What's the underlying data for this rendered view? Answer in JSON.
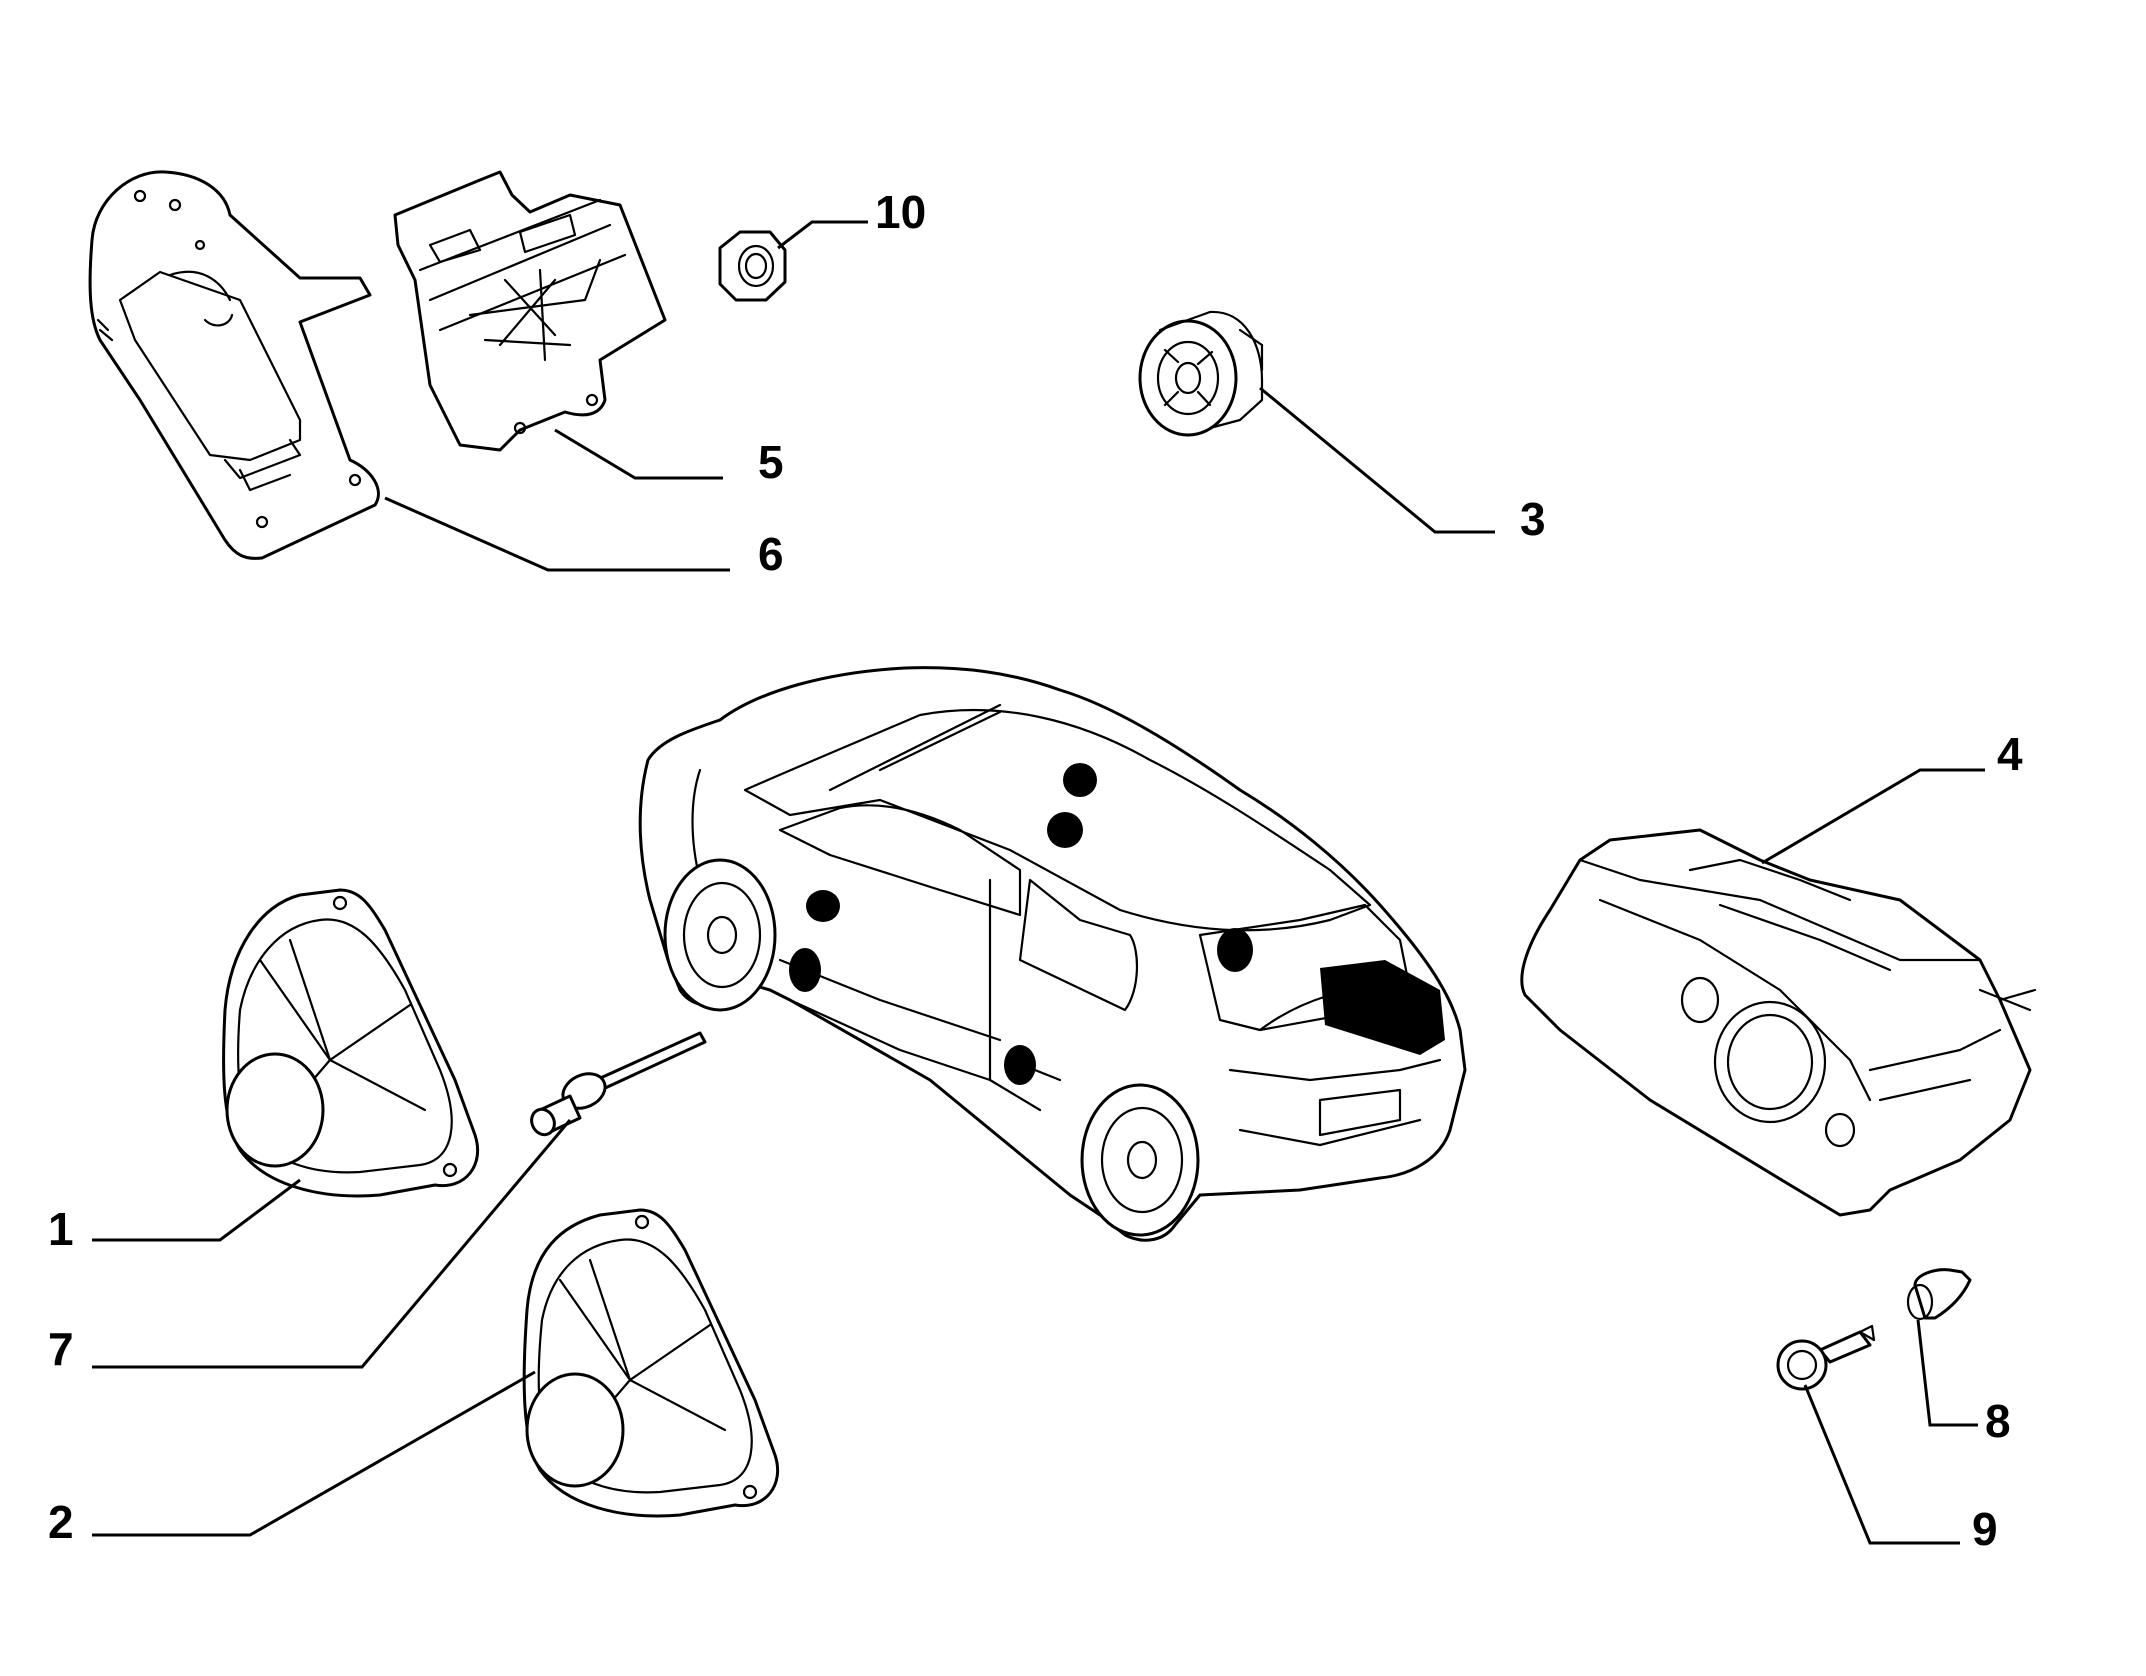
{
  "diagram": {
    "callouts": [
      {
        "number": "1",
        "part": "speaker"
      },
      {
        "number": "2",
        "part": "speaker"
      },
      {
        "number": "3",
        "part": "tweeter"
      },
      {
        "number": "4",
        "part": "subwoofer-box"
      },
      {
        "number": "5",
        "part": "amplifier"
      },
      {
        "number": "6",
        "part": "amplifier-bracket"
      },
      {
        "number": "7",
        "part": "rivet"
      },
      {
        "number": "8",
        "part": "clip"
      },
      {
        "number": "9",
        "part": "screw"
      },
      {
        "number": "10",
        "part": "nut"
      }
    ]
  }
}
